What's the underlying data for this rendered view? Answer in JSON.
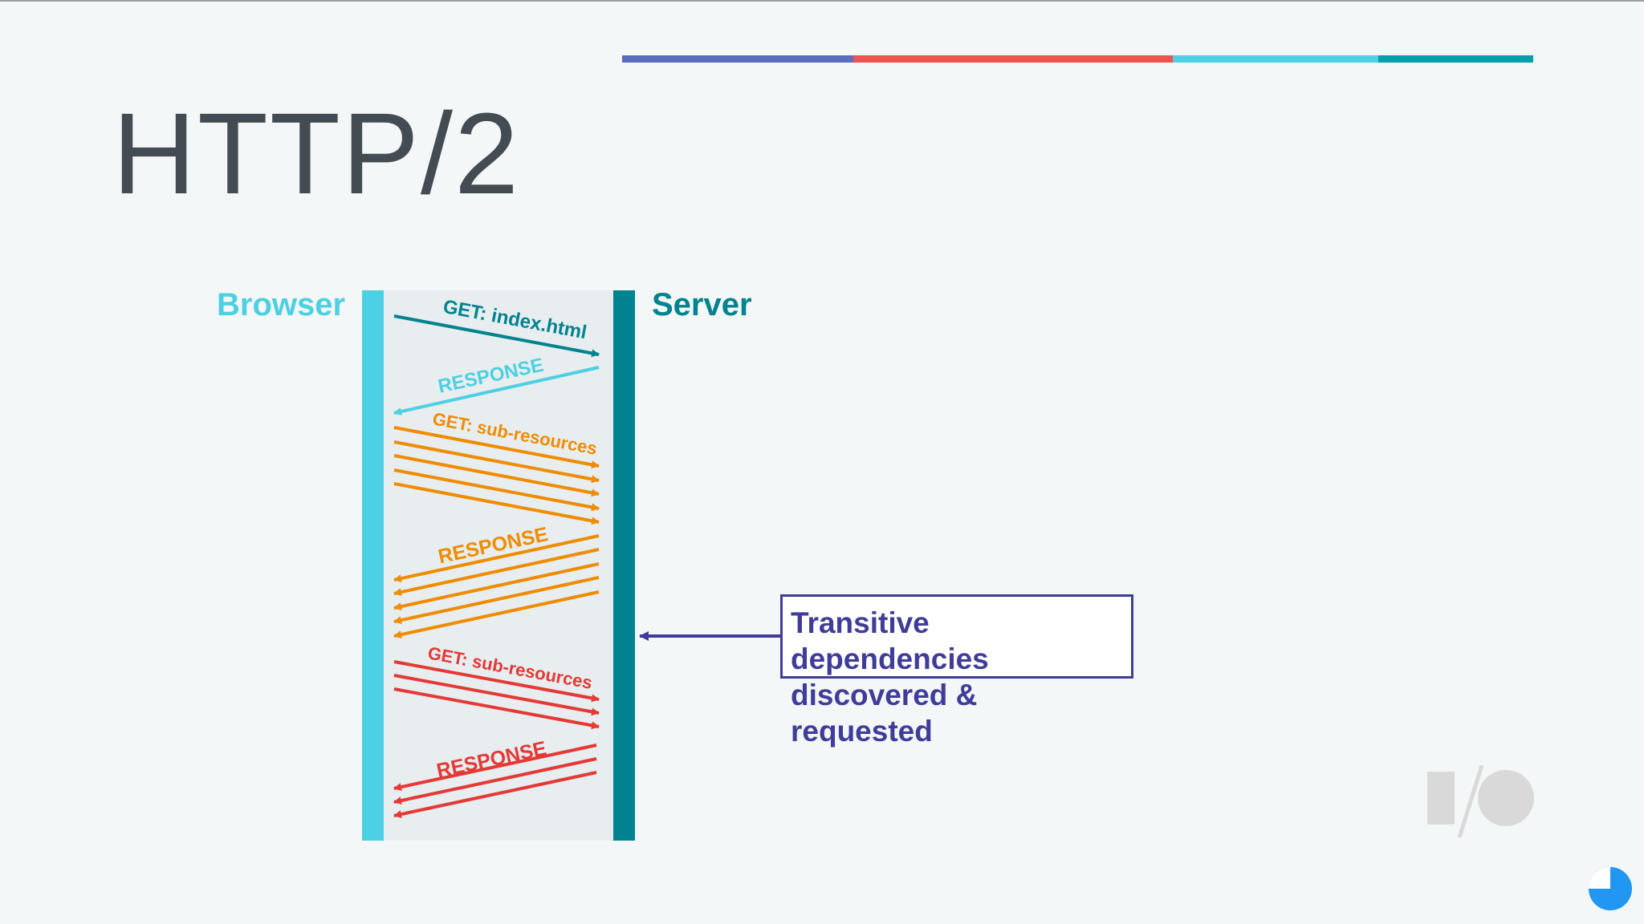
{
  "slide": {
    "title": "HTTP/2",
    "stripe_colors": [
      "#5c6bc0",
      "#ef5350",
      "#4dd0e1",
      "#00a0a8"
    ]
  },
  "diagram": {
    "browser_label": "Browser",
    "server_label": "Server",
    "messages": [
      {
        "label": "GET: index.html",
        "direction": "to-server",
        "count": 1,
        "color": "#00838f"
      },
      {
        "label": "RESPONSE",
        "direction": "to-browser",
        "count": 1,
        "color": "#4dd0e1"
      },
      {
        "label": "GET: sub-resources",
        "direction": "to-server",
        "count": 5,
        "color": "#ef8c00"
      },
      {
        "label": "RESPONSE",
        "direction": "to-browser",
        "count": 5,
        "color": "#ef8c00"
      },
      {
        "label": "GET: sub-resources",
        "direction": "to-server",
        "count": 3,
        "color": "#e53935"
      },
      {
        "label": "RESPONSE",
        "direction": "to-browser",
        "count": 3,
        "color": "#e53935"
      }
    ],
    "callout": {
      "line1": "Transitive dependencies",
      "line2": "discovered & requested",
      "color": "#3f3d99"
    }
  },
  "branding": {
    "logo_icon": "google-io-logo-icon",
    "timer_icon": "progress-timer-icon"
  }
}
